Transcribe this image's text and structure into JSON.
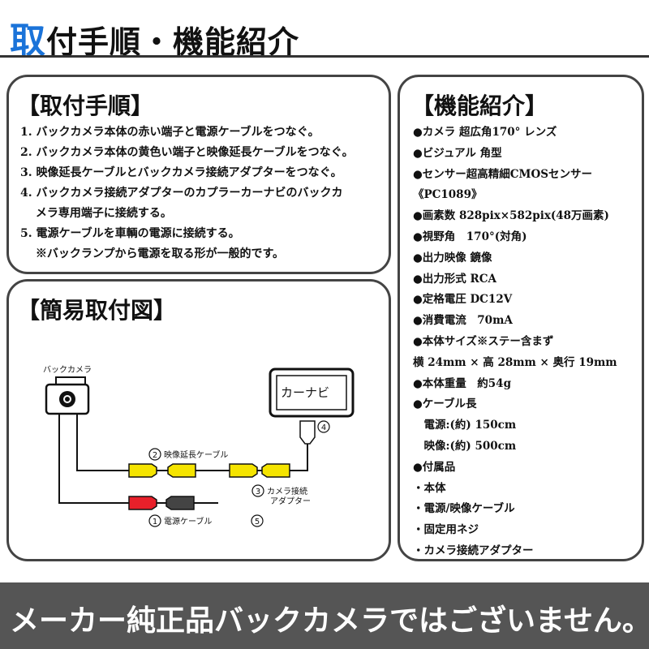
{
  "header": {
    "title_accent": "取",
    "title_rest": "付手順・機能紹介"
  },
  "steps": {
    "heading": "【取付手順】",
    "items": [
      "1. バックカメラ本体の赤い端子と電源ケーブルをつなぐ。",
      "2. バックカメラ本体の黄色い端子と映像延長ケーブルをつなぐ。",
      "3. 映像延長ケーブルとバックカメラ接続アダプターをつなぐ。",
      "4. バックカメラ接続アダプターのカプラーカーナビのバックカ",
      "　 メラ専用端子に接続する。",
      "5. 電源ケーブルを車輌の電源に接続する。",
      "　 ※バックランプから電源を取る形が一般的です。"
    ]
  },
  "diagram": {
    "heading": "【簡易取付図】",
    "camera_label": "バックカメラ",
    "navi_label": "カーナビ",
    "label_2_num": "2",
    "label_2_text": "映像延長ケーブル",
    "label_3_num": "3",
    "label_3_line1": "カメラ接続",
    "label_3_line2": "アダプター",
    "label_1_num": "1",
    "label_1_text": "電源ケーブル",
    "label_4_num": "4",
    "label_5_num": "5",
    "colors": {
      "yellow": "#f5e400",
      "red": "#e8202a",
      "gray": "#444444"
    }
  },
  "features": {
    "heading": "【機能紹介】",
    "items": [
      "●カメラ 超広角170° レンズ",
      "●ビジュアル 角型",
      "●センサー超高精細CMOSセンサー",
      "《PC1089》",
      "●画素数 828pix×582pix(48万画素)",
      "●視野角　170°(対角)",
      "●出力映像 鏡像",
      "●出力形式 RCA",
      "●定格電圧 DC12V",
      "●消費電流　70mA",
      "●本体サイズ※ステー含まず",
      "横 24mm × 高 28mm × 奥行 19mm",
      "●本体重量　約54g",
      "●ケーブル長",
      "　電源:(約) 150cm",
      "　映像:(約) 500cm",
      "●付属品",
      "・本体",
      "・電源/映像ケーブル",
      "・固定用ネジ",
      "・カメラ接続アダプター"
    ]
  },
  "footer": {
    "text": "メーカー純正品バックカメラではございません。"
  }
}
